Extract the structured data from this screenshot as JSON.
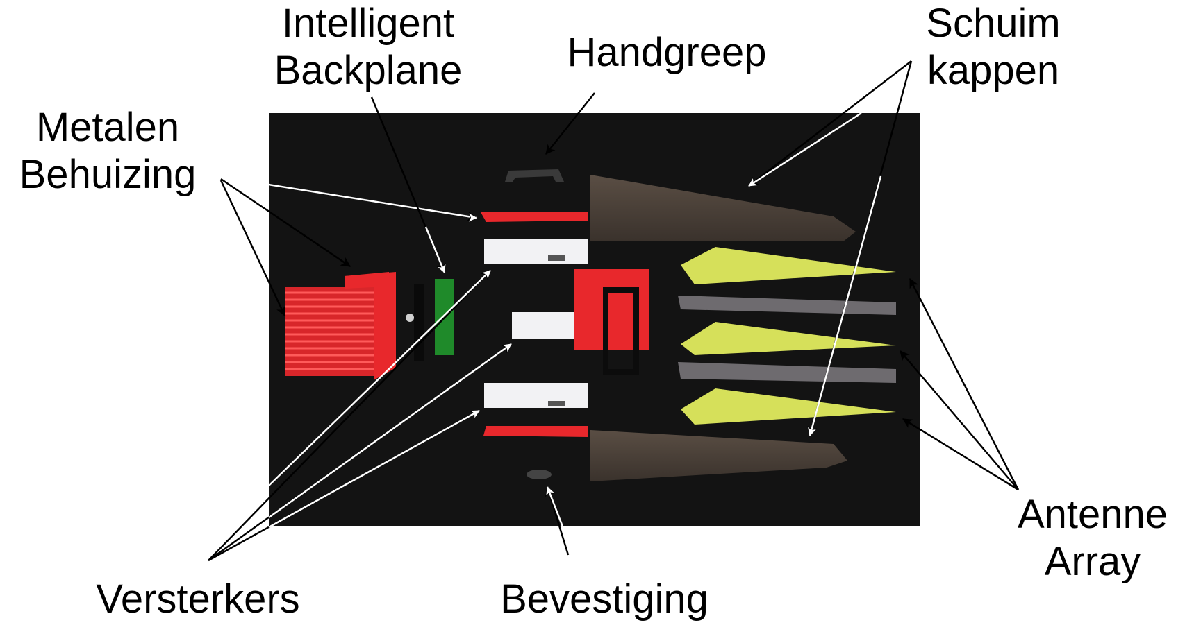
{
  "labels": {
    "intelligent_backplane": [
      "Intelligent",
      "Backplane"
    ],
    "handgreep": [
      "Handgreep"
    ],
    "schuim_kappen": [
      "Schuim",
      "kappen"
    ],
    "metalen_behuizing": [
      "Metalen",
      "Behuizing"
    ],
    "antenne_array": [
      "Antenne",
      "Array"
    ],
    "versterkers": [
      "Versterkers"
    ],
    "bevestiging": [
      "Bevestiging"
    ]
  },
  "colors": {
    "background": "#ffffff",
    "panel": "#131313",
    "housing": "#e8282c",
    "backplane": "#1f8a2a",
    "amplifier": "#f2f2f4",
    "foam": "#4a4038",
    "antenna": "#d6e05a",
    "arrow": "#000000"
  }
}
